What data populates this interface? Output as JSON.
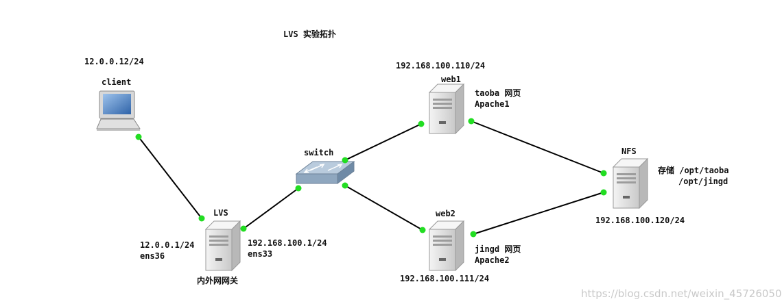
{
  "title": "LVS 实验拓扑",
  "client": {
    "name": "client",
    "ip": "12.0.0.12/24"
  },
  "lvs": {
    "name": "LVS",
    "ip_ext": "12.0.0.1/24",
    "if_ext": "ens36",
    "ip_int": "192.168.100.1/24",
    "if_int": "ens33",
    "role": "内外网网关"
  },
  "switch": {
    "name": "switch"
  },
  "web1": {
    "name": "web1",
    "ip": "192.168.100.110/24",
    "desc1": "taoba 网页",
    "desc2": "Apache1"
  },
  "web2": {
    "name": "web2",
    "ip": "192.168.100.111/24",
    "desc1": "jingd 网页",
    "desc2": "Apache2"
  },
  "nfs": {
    "name": "NFS",
    "ip": "192.168.100.120/24",
    "store1": "存储 /opt/taoba",
    "store2": "/opt/jingd"
  },
  "watermark": "https://blog.csdn.net/weixin_45726050",
  "colors": {
    "link": "#000000",
    "port": "#22dd22",
    "server_body": "#e6e6e6",
    "switch_body": "#8fa7bf"
  }
}
